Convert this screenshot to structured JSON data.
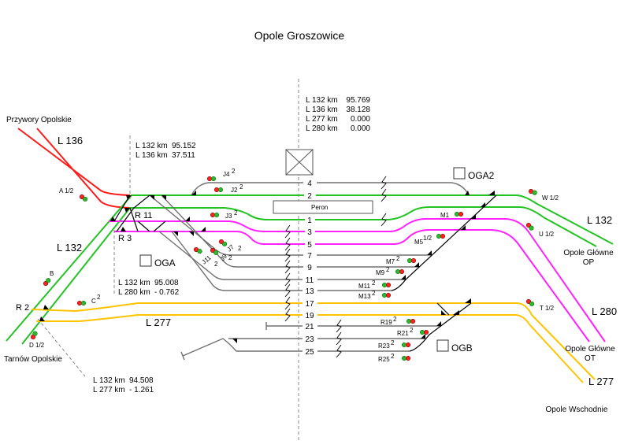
{
  "title": "Opole Groszowice",
  "colors": {
    "L132": "#22c322",
    "L136": "#ff1a1a",
    "L280": "#ff22ff",
    "L277": "#ffc400",
    "siding": "#707070"
  },
  "km_blocks": {
    "center": [
      [
        "L 132 km",
        "95.769"
      ],
      [
        "L 136 km",
        "38.128"
      ],
      [
        "L 277 km",
        "0.000"
      ],
      [
        "L 280 km",
        "0.000"
      ]
    ],
    "left_top": [
      [
        "L 132 km",
        "95.152"
      ],
      [
        "L 136 km",
        "37.511"
      ]
    ],
    "left_mid": [
      [
        "L 132 km",
        "95.008"
      ],
      [
        "L 280 km",
        "- 0.762"
      ]
    ],
    "left_bottom": [
      [
        "L 132 km",
        "94.508"
      ],
      [
        "L 277 km",
        "- 1.261"
      ]
    ]
  },
  "lines": {
    "l136": "L 136",
    "l132_left": "L 132",
    "l277_left": "L 277",
    "l132_right": "L 132",
    "l280_right": "L 280",
    "l277_right": "L 277"
  },
  "destinations": {
    "przywory": "Przywory Opolskie",
    "tarnow": "Tarnów Opolskie",
    "op": [
      "Opole Główne",
      "OP"
    ],
    "ot": [
      "Opole Główne",
      "OT"
    ],
    "wschodnie": "Opole Wschodnie"
  },
  "junctions": {
    "r11": "R 11",
    "r3": "R 3",
    "r2": "R 2"
  },
  "boxes": {
    "oga": "OGA",
    "oga2": "OGA2",
    "ogb": "OGB"
  },
  "platform": "Peron",
  "tracks": [
    "4",
    "2",
    "1",
    "3",
    "5",
    "7",
    "9",
    "11",
    "13",
    "17",
    "19",
    "21",
    "23",
    "25"
  ],
  "signals": {
    "a": [
      "A 1/2",
      ""
    ],
    "b": [
      "B",
      ""
    ],
    "c": [
      "C",
      "2"
    ],
    "d": [
      "D 1/2",
      ""
    ],
    "j4": [
      "J4",
      "2"
    ],
    "j2": [
      "J2",
      "2"
    ],
    "j3": [
      "J3",
      "2"
    ],
    "j7": [
      "J7",
      "2"
    ],
    "j9": [
      "J9",
      "2"
    ],
    "j11": [
      "J11",
      "2"
    ],
    "w": [
      "W 1/2",
      ""
    ],
    "m1": [
      "M1",
      ""
    ],
    "u": [
      "U 1/2",
      ""
    ],
    "m5": [
      "M5",
      "1/2"
    ],
    "m7": [
      "M7",
      "2"
    ],
    "m9": [
      "M9",
      "2"
    ],
    "m11": [
      "M11",
      "2"
    ],
    "m13": [
      "M13",
      "2"
    ],
    "t": [
      "T 1/2",
      ""
    ],
    "r19": [
      "R19",
      "2"
    ],
    "r21": [
      "R21",
      "2"
    ],
    "r23": [
      "R23",
      "2"
    ],
    "r25": [
      "R25",
      "2"
    ]
  }
}
